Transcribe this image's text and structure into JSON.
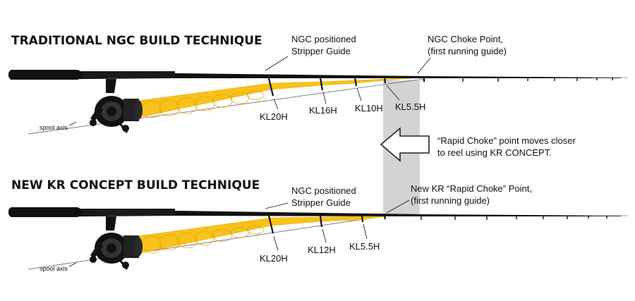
{
  "traditional": {
    "title": "TRADITIONAL NGC BUILD TECHNIQUE",
    "stripper_label_1": "NGC positioned",
    "stripper_label_2": "Stripper Guide",
    "choke_label_1": "NGC Choke Point,",
    "choke_label_2": "(first running guide)",
    "spool_axis": "spool axis",
    "guides": [
      "KL20H",
      "KL16H",
      "KL10H",
      "KL5.5H"
    ]
  },
  "new_kr": {
    "title": "NEW KR CONCEPT BUILD TECHNIQUE",
    "stripper_label_1": "NGC positioned",
    "stripper_label_2": "Stripper Guide",
    "choke_label_1": "New KR “Rapid Choke” Point,",
    "choke_label_2": "(first running guide)",
    "spool_axis": "spool axis",
    "guides": [
      "KL20H",
      "KL12H",
      "KL5.5H"
    ]
  },
  "callout": {
    "line1": "“Rapid Choke” point moves closer",
    "line2": "to reel using KR CONCEPT."
  },
  "colors": {
    "cone": "#F7C21A",
    "cone_outline": "#E0A800",
    "rod": "#111111",
    "band": "#D3D3D3",
    "arrow_fill": "#FFFFFF"
  }
}
